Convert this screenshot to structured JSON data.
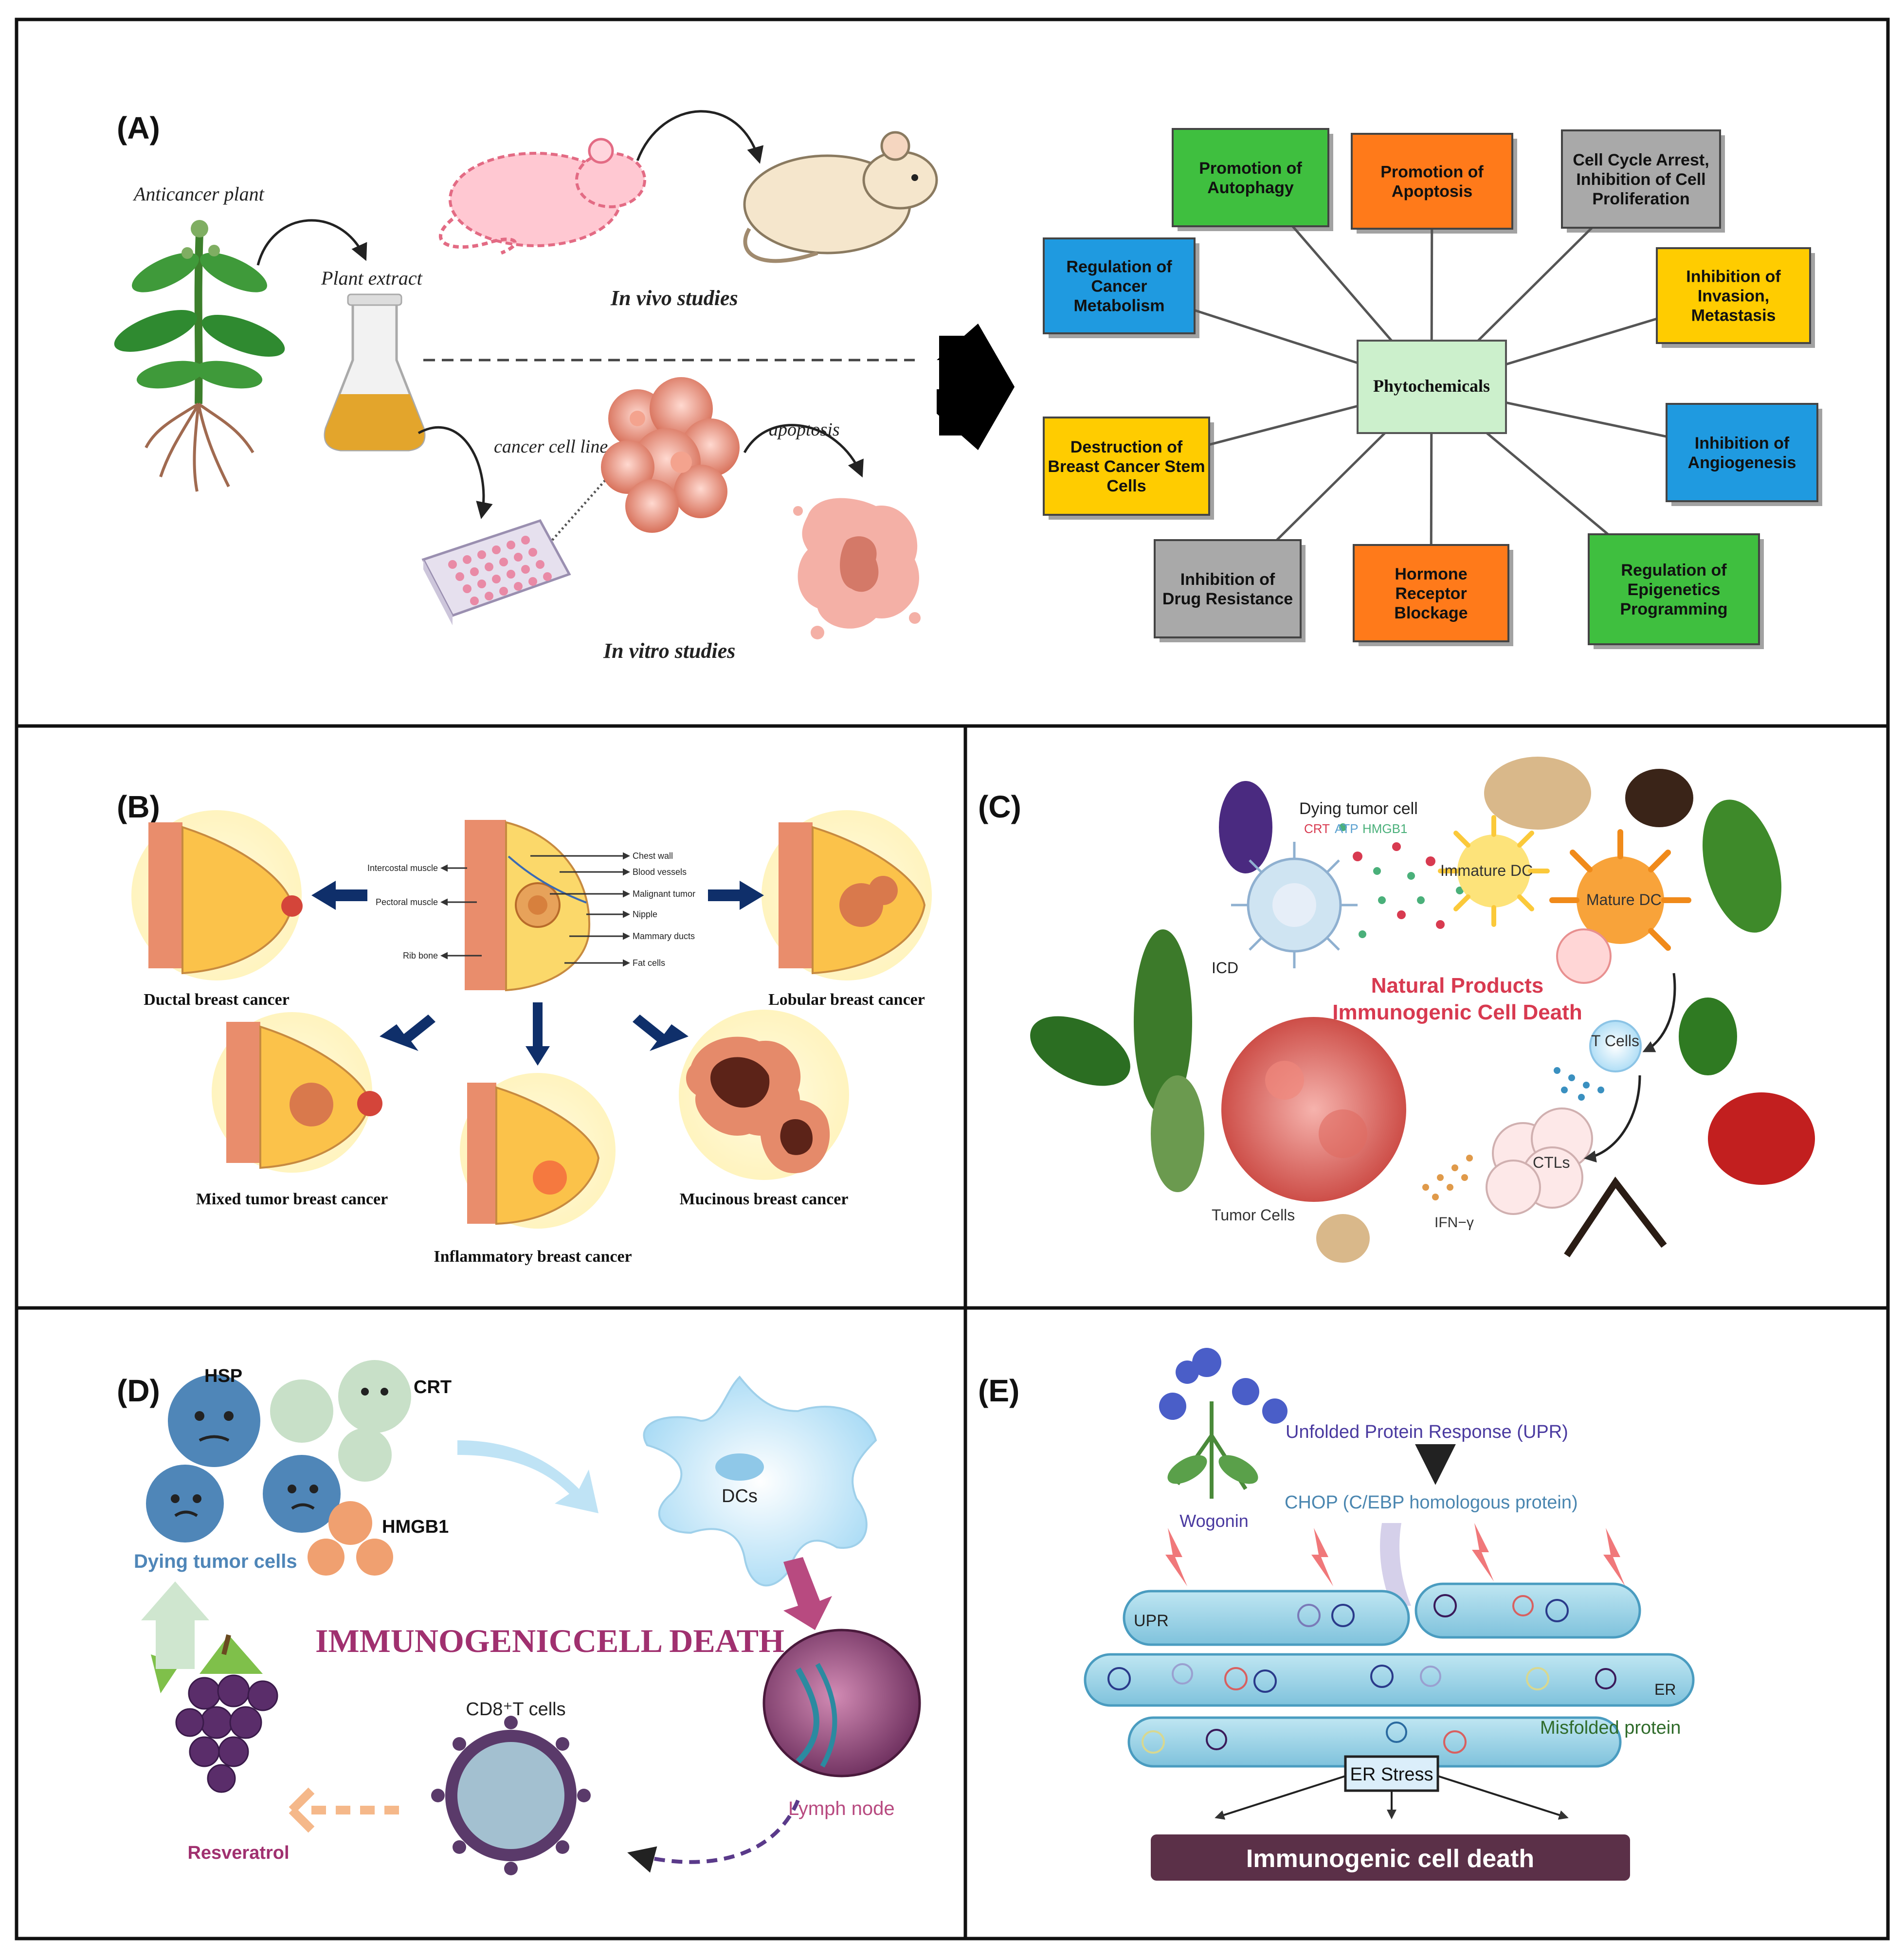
{
  "panels": {
    "a": {
      "label": "(A)",
      "anticancer_plant": "Anticancer plant",
      "plant_extract": "Plant extract",
      "in_vivo": "In vivo studies",
      "cancer_cell_line": "cancer cell line",
      "apoptosis": "apoptosis",
      "in_vitro": "In vitro studies",
      "center": "Phytochemicals",
      "mechanisms": [
        {
          "lines": [
            "Promotion of",
            "Autophagy"
          ],
          "color": "#3fbf3f"
        },
        {
          "lines": [
            "Promotion of",
            "Apoptosis"
          ],
          "color": "#ff7a1a"
        },
        {
          "lines": [
            "Cell Cycle Arrest,",
            "Inhibition of Cell",
            "Proliferation"
          ],
          "color": "#a9a9a9"
        },
        {
          "lines": [
            "Regulation of",
            "Cancer",
            "Metabolism"
          ],
          "color": "#1f9ae0"
        },
        {
          "lines": [
            "Inhibition of",
            "Invasion,",
            "Metastasis"
          ],
          "color": "#ffcc00"
        },
        {
          "lines": [
            "Inhibition of",
            "Angiogenesis"
          ],
          "color": "#1f9ae0"
        },
        {
          "lines": [
            "Destruction of",
            "Breast Cancer Stem",
            "Cells"
          ],
          "color": "#ffcc00"
        },
        {
          "lines": [
            "Inhibition of",
            "Drug Resistance"
          ],
          "color": "#a9a9a9"
        },
        {
          "lines": [
            "Hormone",
            "Receptor",
            "Blockage"
          ],
          "color": "#ff7a1a"
        },
        {
          "lines": [
            "Regulation of",
            "Epigenetics",
            "Programming"
          ],
          "color": "#3fbf3f"
        }
      ]
    },
    "b": {
      "label": "(B)",
      "anatomy": [
        "Intercostal muscle",
        "Pectoral muscle",
        "Rib bone",
        "Chest wall",
        "Blood vessels",
        "Malignant tumor",
        "Nipple",
        "Mammary ducts",
        "Fat cells"
      ],
      "types": [
        "Ductal breast cancer",
        "Lobular breast cancer",
        "Mixed tumor breast cancer",
        "Inflammatory breast cancer",
        "Mucinous breast cancer"
      ]
    },
    "c": {
      "label": "(C)",
      "dying_tumor_cell": "Dying tumor cell",
      "crt": "CRT",
      "atp": "ATP",
      "hmgb1": "HMGB1",
      "immature_dc": "Immature DC",
      "mature_dc": "Mature DC",
      "icd": "ICD",
      "title_1": "Natural Products",
      "title_2": "Immunogenic Cell Death",
      "t_cells": "T Cells",
      "ctls": "CTLs",
      "tumor_cells": "Tumor Cells",
      "ifn": "IFN−γ"
    },
    "d": {
      "label": "(D)",
      "hsp": "HSP",
      "crt": "CRT",
      "hmgb1": "HMGB1",
      "dying": "Dying tumor cells",
      "dcs": "DCs",
      "title": "IMMUNOGENICCELL DEATH",
      "cd8": "CD8⁺T cells",
      "lymph": "Lymph node",
      "resveratrol": "Resveratrol"
    },
    "e": {
      "label": "(E)",
      "wogonin": "Wogonin",
      "upr_title": "Unfolded Protein Response (UPR)",
      "chop": "CHOP (C/EBP homologous protein)",
      "upr": "UPR",
      "er": "ER",
      "misfolded": "Misfolded protein",
      "er_stress": "ER Stress",
      "icd": "Immunogenic cell death"
    }
  },
  "colors": {
    "border": "#111111",
    "center_box": "#ccf0cc",
    "icd_red": "#d83a50",
    "d_title": "#a0306f",
    "d_blue": "#4f86b8",
    "e_purple": "#4a3aa0",
    "e_blue": "#4a86b0",
    "e_green": "#2f6b2a",
    "e_bar": "#5b3048"
  }
}
